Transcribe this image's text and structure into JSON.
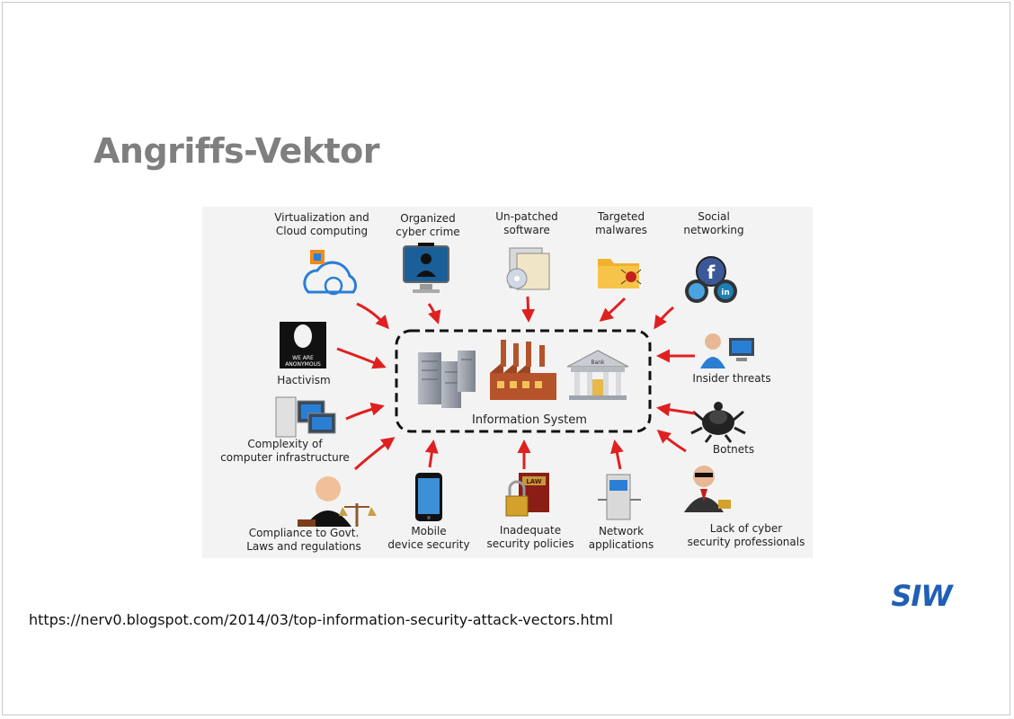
{
  "slide": {
    "title": "Angriffs-Vektor",
    "source_url": "https://nerv0.blogspot.com/2014/03/top-information-security-attack-vectors.html",
    "logo_text": "SIW"
  },
  "diagram": {
    "center_label": "Information System",
    "vectors": {
      "virtualization": "Virtualization and\nCloud computing",
      "organized_crime": "Organized\ncyber crime",
      "unpatched": "Un-patched\nsoftware",
      "malwares": "Targeted\nmalwares",
      "social": "Social\nnetworking",
      "hactivism": "Hactivism",
      "insider": "Insider threats",
      "complexity": "Complexity of\ncomputer infrastructure",
      "botnets": "Botnets",
      "compliance": "Compliance to Govt.\nLaws and regulations",
      "mobile": "Mobile\ndevice security",
      "policies": "Inadequate\nsecurity policies",
      "network": "Network\napplications",
      "professionals": "Lack of cyber\nsecurity professionals"
    },
    "icon_text": {
      "anonymous": "WE ARE\nANONYMOUS",
      "bank": "Bank",
      "law": "LAW"
    },
    "colors": {
      "arrow": "#e02020",
      "border": "#111111",
      "cloud": "#2a7fd4",
      "logo": "#1f5fb5"
    }
  }
}
